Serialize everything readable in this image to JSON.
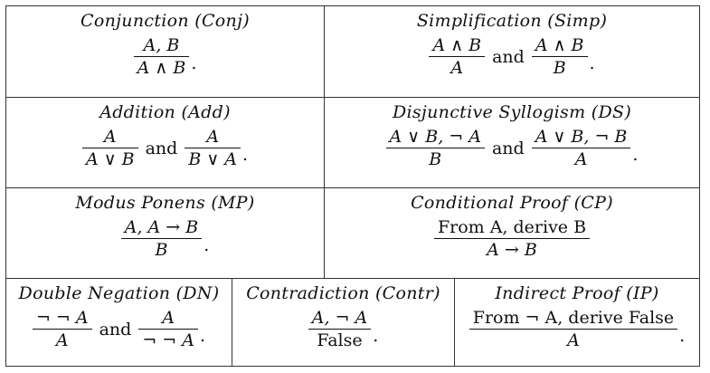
{
  "rules": {
    "conj": {
      "title": "Conjunction (Conj)",
      "num": "A, B",
      "den": "A ∧ B",
      "end": "."
    },
    "simp": {
      "title": "Simplification (Simp)",
      "num1": "A ∧ B",
      "den1": "A",
      "and": "and",
      "num2": "A ∧ B",
      "den2": "B",
      "end": "."
    },
    "add": {
      "title": "Addition (Add)",
      "num1": "A",
      "den1": "A ∨ B",
      "and": "and",
      "num2": "A",
      "den2": "B ∨ A",
      "end": "."
    },
    "ds": {
      "title": "Disjunctive Syllogism (DS)",
      "num1": "A ∨ B, ¬ A",
      "den1": "B",
      "and": "and",
      "num2": "A ∨ B, ¬ B",
      "den2": "A",
      "end": "."
    },
    "mp": {
      "title": "Modus Ponens (MP)",
      "num": "A, A → B",
      "den": "B",
      "end": "."
    },
    "cp": {
      "title": "Conditional Proof (CP)",
      "num": "From A,  derive B",
      "den": "A → B"
    },
    "dn": {
      "title": "Double Negation (DN)",
      "num1": "¬ ¬ A",
      "den1": "A",
      "and": "and",
      "num2": "A",
      "den2": "¬ ¬ A",
      "end": "."
    },
    "contr": {
      "title": "Contradiction (Contr)",
      "num": "A, ¬ A",
      "den": "False",
      "end": "."
    },
    "ip": {
      "title": "Indirect Proof (IP)",
      "num": "From ¬ A,  derive False",
      "den": "A",
      "end": "."
    }
  }
}
